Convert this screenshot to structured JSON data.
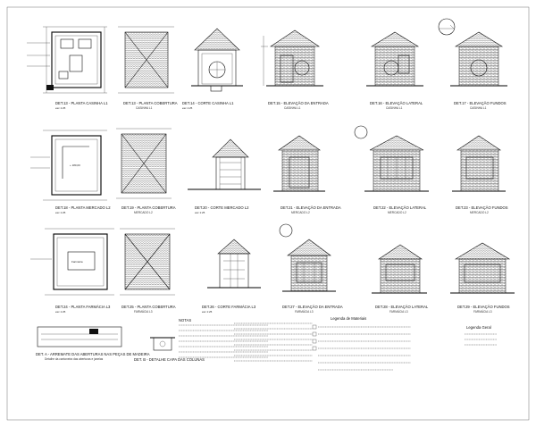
{
  "sheet": {
    "rows": [
      {
        "details": [
          {
            "id": "plan1",
            "title": "DET.13 - PLANTA CASINHA L1",
            "sub": ""
          },
          {
            "id": "cover1",
            "title": "DET.13 - PLANTA COBERTURA",
            "sub": "CASINHA L1"
          },
          {
            "id": "cut1",
            "title": "DET.14 - CORTE CASINHA L1",
            "sub": ""
          },
          {
            "id": "elev1a",
            "title": "DET.15 - ELEVAÇÃO DA ENTRADA",
            "sub": "CASINHA L1"
          },
          {
            "id": "elev1b",
            "title": "DET.16 - ELEVAÇÃO LATERAL",
            "sub": "CASINHA L1"
          },
          {
            "id": "elev1c",
            "title": "DET.17 - ELEVAÇÃO FUNDOS",
            "sub": "CASINHA L1"
          }
        ]
      },
      {
        "details": [
          {
            "id": "plan2",
            "title": "DET.18 - PLANTA MERCADO L2",
            "sub": ""
          },
          {
            "id": "cover2",
            "title": "DET.19 - PLANTA COBERTURA",
            "sub": "MERCADO L2"
          },
          {
            "id": "cut2",
            "title": "DET.20 - CORTE MERCADO L2",
            "sub": ""
          },
          {
            "id": "elev2a",
            "title": "DET.21 - ELEVAÇÃO DA ENTRADA",
            "sub": "MERCADO L2"
          },
          {
            "id": "elev2b",
            "title": "DET.22 - ELEVAÇÃO LATERAL",
            "sub": "MERCADO L2"
          },
          {
            "id": "elev2c",
            "title": "DET.23 - ELEVAÇÃO FUNDOS",
            "sub": "MERCADO L2"
          }
        ]
      },
      {
        "details": [
          {
            "id": "plan3",
            "title": "DET.24 - PLANTA FARMÁCIA L3",
            "sub": ""
          },
          {
            "id": "cover3",
            "title": "DET.25 - PLANTA COBERTURA",
            "sub": "FARMÁCIA L3"
          },
          {
            "id": "cut3",
            "title": "DET.26 - CORTE FARMÁCIA L3",
            "sub": ""
          },
          {
            "id": "elev3a",
            "title": "DET.27 - ELEVAÇÃO DA ENTRADA",
            "sub": "FARMÁCIA L3"
          },
          {
            "id": "elev3b",
            "title": "DET.28 - ELEVAÇÃO LATERAL",
            "sub": "FARMÁCIA L3"
          },
          {
            "id": "elev3c",
            "title": "DET.29 - ELEVAÇÃO FUNDOS",
            "sub": "FARMÁCIA L3"
          }
        ]
      }
    ],
    "plan_labels": {
      "level2": "+ 180,00",
      "room3": "Farmácia"
    },
    "bottom": {
      "det_a": "DET. A - ARREMATE DAS ABERTURAS NAS PEÇAS DE MADEIRA",
      "det_a_sub": "Detalhe da cantoneira das aberturas e janelas",
      "det_b": "DET. B - DETALHE CAPA DAS COLUNAS",
      "notes_title": "NOTAS",
      "legend_title": "Legenda de Materiais",
      "legend2_title": "Legenda Geral"
    },
    "scale": "esc 1:25"
  }
}
